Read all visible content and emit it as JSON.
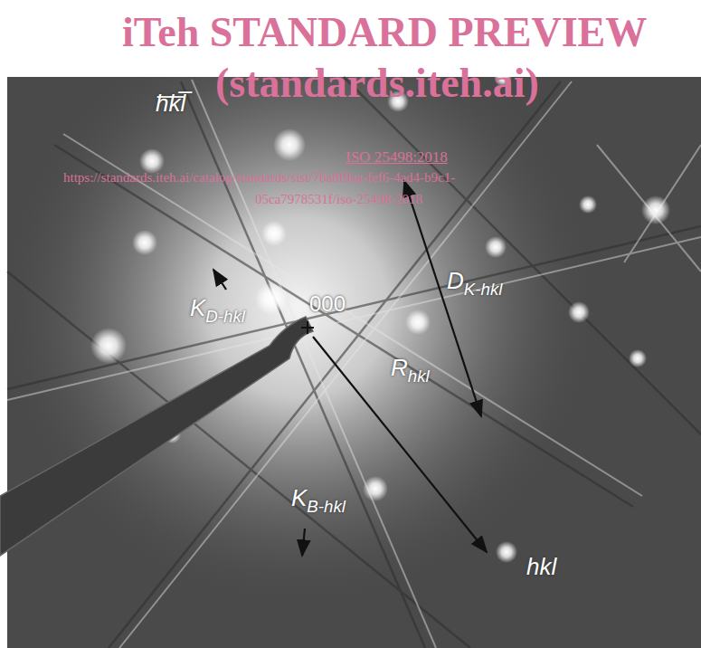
{
  "diagram": {
    "labels": [
      "iTeh STANDARD PREVIEW",
      "(standards.iteh.ai)",
      "ISO 25498:2018",
      "https://standards.iteh.ai/catalog/standards/sist/7ba8f9aa-fef6-4ad4-b9c1-",
      "05ca7978531f/iso-25498-2018",
      "h̅k̅l̅",
      "KD-hkl",
      "000",
      "DK-hkl",
      "Rhkl",
      "KB-hkl",
      "hkl"
    ]
  }
}
